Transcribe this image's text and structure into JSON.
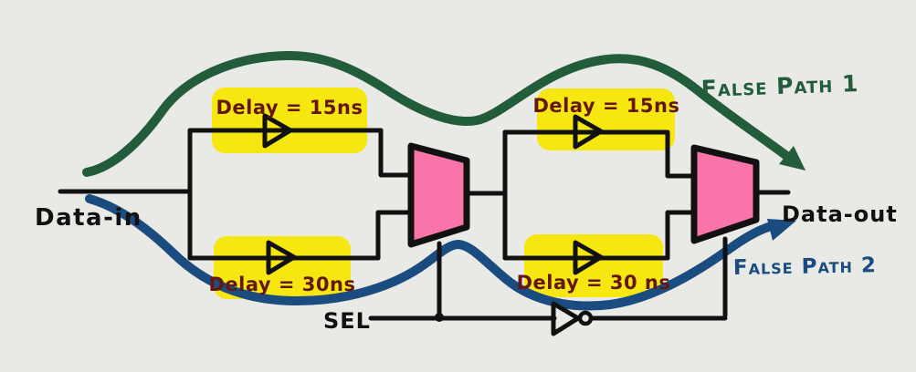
{
  "diagram": {
    "description": "hand-drawn false-path timing circuit sketch",
    "colors": {
      "background": "#e9e9e6",
      "ink": "#111111",
      "false_path_1_green": "#235c3b",
      "false_path_2_blue": "#1b4c80",
      "delay_highlight_yellow": "#f5e70f",
      "mux_pink": "#f974a9",
      "delay_text_maroon": "#641710"
    },
    "labels": {
      "data_in": "Data-in",
      "data_out": "Data-out",
      "sel": "SEL",
      "false_path_1": "False Path 1",
      "false_path_2": "False Path 2"
    },
    "delay_labels": {
      "stage1_top": "Delay = 15ns",
      "stage1_bottom": "Delay = 30ns",
      "stage2_top": "Delay = 15ns",
      "stage2_bottom": "Delay = 30 ns"
    },
    "icons": {
      "buffer": "triangle-buffer-icon",
      "inverter": "triangle-bubble-inverter-icon",
      "mux": "trapezoid-mux-icon"
    }
  }
}
